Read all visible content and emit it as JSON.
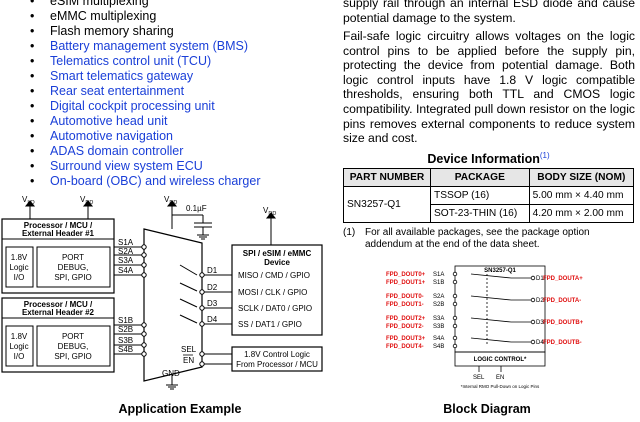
{
  "features": [
    {
      "text": "eSIM multiplexing",
      "link": false
    },
    {
      "text": "eMMC multiplexing",
      "link": false
    },
    {
      "text": "Flash memory sharing",
      "link": false
    },
    {
      "text": "Battery management system (BMS)",
      "link": true
    },
    {
      "text": "Telematics control unit (TCU)",
      "link": true
    },
    {
      "text": "Smart telematics gateway",
      "link": true
    },
    {
      "text": "Rear seat entertainment",
      "link": true
    },
    {
      "text": "Digital cockpit processing unit",
      "link": true
    },
    {
      "text": "Automotive head unit",
      "link": true
    },
    {
      "text": "Automotive navigation",
      "link": true
    },
    {
      "text": "ADAS domain controller",
      "link": true
    },
    {
      "text": "Surround view system ECU",
      "link": true
    },
    {
      "text": "On-board (OBC) and wireless charger",
      "link": true
    }
  ],
  "right_column": {
    "para_top": "supply rail through an internal ESD diode and cause potential damage to the system.",
    "para_main": "Fail-safe logic circuitry allows voltages on the logic control pins to be applied before the supply pin, protecting the device from potential damage. Both logic control inputs have 1.8 V logic compatible thresholds, ensuring both TTL and CMOS logic compatibility. Integrated pull down resistor on the logic pins removes external components to reduce system size and cost."
  },
  "device_info": {
    "title": "Device Information",
    "footnote_ref": "(1)",
    "headers": [
      "PART NUMBER",
      "PACKAGE",
      "BODY SIZE (NOM)"
    ],
    "part_number": "SN3257-Q1",
    "rows": [
      {
        "package": "TSSOP (16)",
        "body": "5.00 mm × 4.40 mm"
      },
      {
        "package": "SOT-23-THIN (16)",
        "body": "4.20 mm × 2.00 mm"
      }
    ],
    "footnote_num": "(1)",
    "footnote_text": "For all available packages, see the package option addendum at the end of the data sheet."
  },
  "app_example": {
    "caption": "Application Example",
    "vio": "V",
    "vio_sub": "I/O",
    "vdd": "V",
    "vdd_sub": "DD",
    "cap": "0.1µF",
    "gnd": "GND",
    "proc1_title_a": "Processor / MCU /",
    "proc1_title_b": "External Header #1",
    "proc2_title_a": "Processor / MCU /",
    "proc2_title_b": "External Header #2",
    "logic_io": [
      "1.8V",
      "Logic",
      "I/O"
    ],
    "port_debug": [
      "PORT",
      "DEBUG,",
      "SPI, GPIO"
    ],
    "s_pins_top": [
      "S1A",
      "S2A",
      "S3A",
      "S4A"
    ],
    "s_pins_bottom": [
      "S1B",
      "S2B",
      "S3B",
      "S4B"
    ],
    "d_pins": [
      "D1",
      "D2",
      "D3",
      "D4"
    ],
    "sel": "SEL",
    "en": "EN",
    "spi_title_a": "SPI / eSIM / eMMC",
    "spi_title_b": "Device",
    "spi_signals": [
      "MISO / CMD / GPIO",
      "MOSI / CLK / GPIO",
      "SCLK / DAT0 / GPIO",
      "SS / DAT1 / GPIO"
    ],
    "ctrl_a": "1.8V Control Logic",
    "ctrl_b": "From Processor / MCU"
  },
  "block_diagram": {
    "caption": "Block Diagram",
    "chip": "SN3257-Q1",
    "left_labels": [
      "FPD_DOUT0+",
      "FPD_DOUT1+",
      "FPD_DOUT0-",
      "FPD_DOUT1-",
      "FPD_DOUT2+",
      "FPD_DOUT2-",
      "FPD_DOUT3+",
      "FPD_DOUT4-"
    ],
    "s_labels": [
      "S1A",
      "S1B",
      "S2A",
      "S2B",
      "S3A",
      "S3B",
      "S4A",
      "S4B"
    ],
    "d_labels": [
      "D1",
      "D2",
      "D3",
      "D4"
    ],
    "right_labels": [
      "FPD_DOUTA+",
      "FPD_DOUTA-",
      "FPD_DOUTB+",
      "FPD_DOUTB-"
    ],
    "logic": "LOGIC CONTROL*",
    "sel": "SEL",
    "en": "EN",
    "note": "*Internal RMO Pull-Down on Logic Pins"
  },
  "colors": {
    "link": "#1a3fd8",
    "red": "#e01010",
    "table_header": "#e6e6e6"
  }
}
